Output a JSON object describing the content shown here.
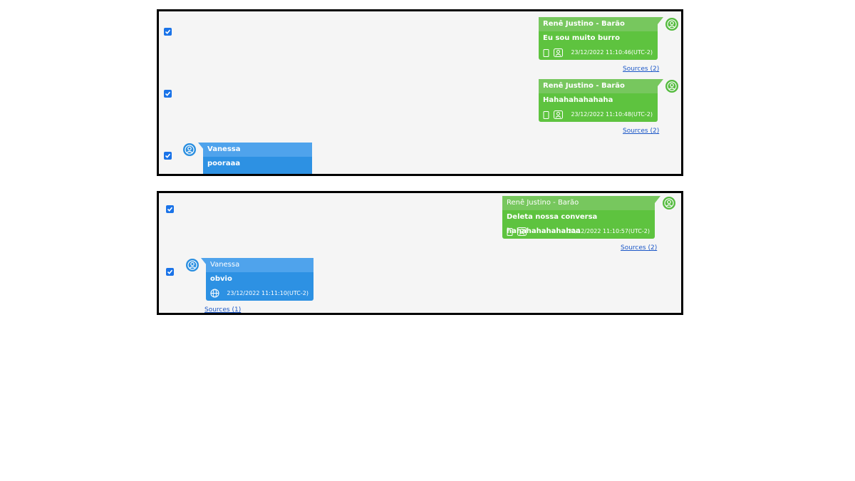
{
  "panels": [
    {
      "messages": [
        {
          "sender": "Renê Justino - Barão",
          "text": "Eu sou muito burro",
          "timestamp": "23/12/2022 11:10:46(UTC-2)",
          "sources": "Sources (2)"
        },
        {
          "sender": "Renê Justino - Barão",
          "text": "Hahahahahahaha",
          "timestamp": "23/12/2022 11:10:48(UTC-2)",
          "sources": "Sources (2)"
        },
        {
          "sender": "Vanessa",
          "text": "pooraaa"
        }
      ]
    },
    {
      "messages": [
        {
          "sender": "Renê Justino - Barão",
          "text": "Deleta nossa conversa hahahahahahahaa",
          "timestamp": "23/12/2022 11:10:57(UTC-2)",
          "sources": "Sources (2)"
        },
        {
          "sender": "Vanessa",
          "text": "obvio",
          "timestamp": "23/12/2022 11:11:10(UTC-2)",
          "sources": "Sources (1)"
        }
      ]
    }
  ],
  "colors": {
    "outgoing_bubble": "#5ec33f",
    "outgoing_header": "#77c75e",
    "incoming_bubble": "#2d91e3",
    "incoming_header": "#4fa3ec",
    "checkbox": "#1a73e8",
    "link": "#1a56c7"
  },
  "icons": {
    "checkbox": "check-icon",
    "avatar": "user-icon",
    "device": "phone-icon",
    "contacts": "contacts-icon",
    "web": "globe-icon"
  }
}
